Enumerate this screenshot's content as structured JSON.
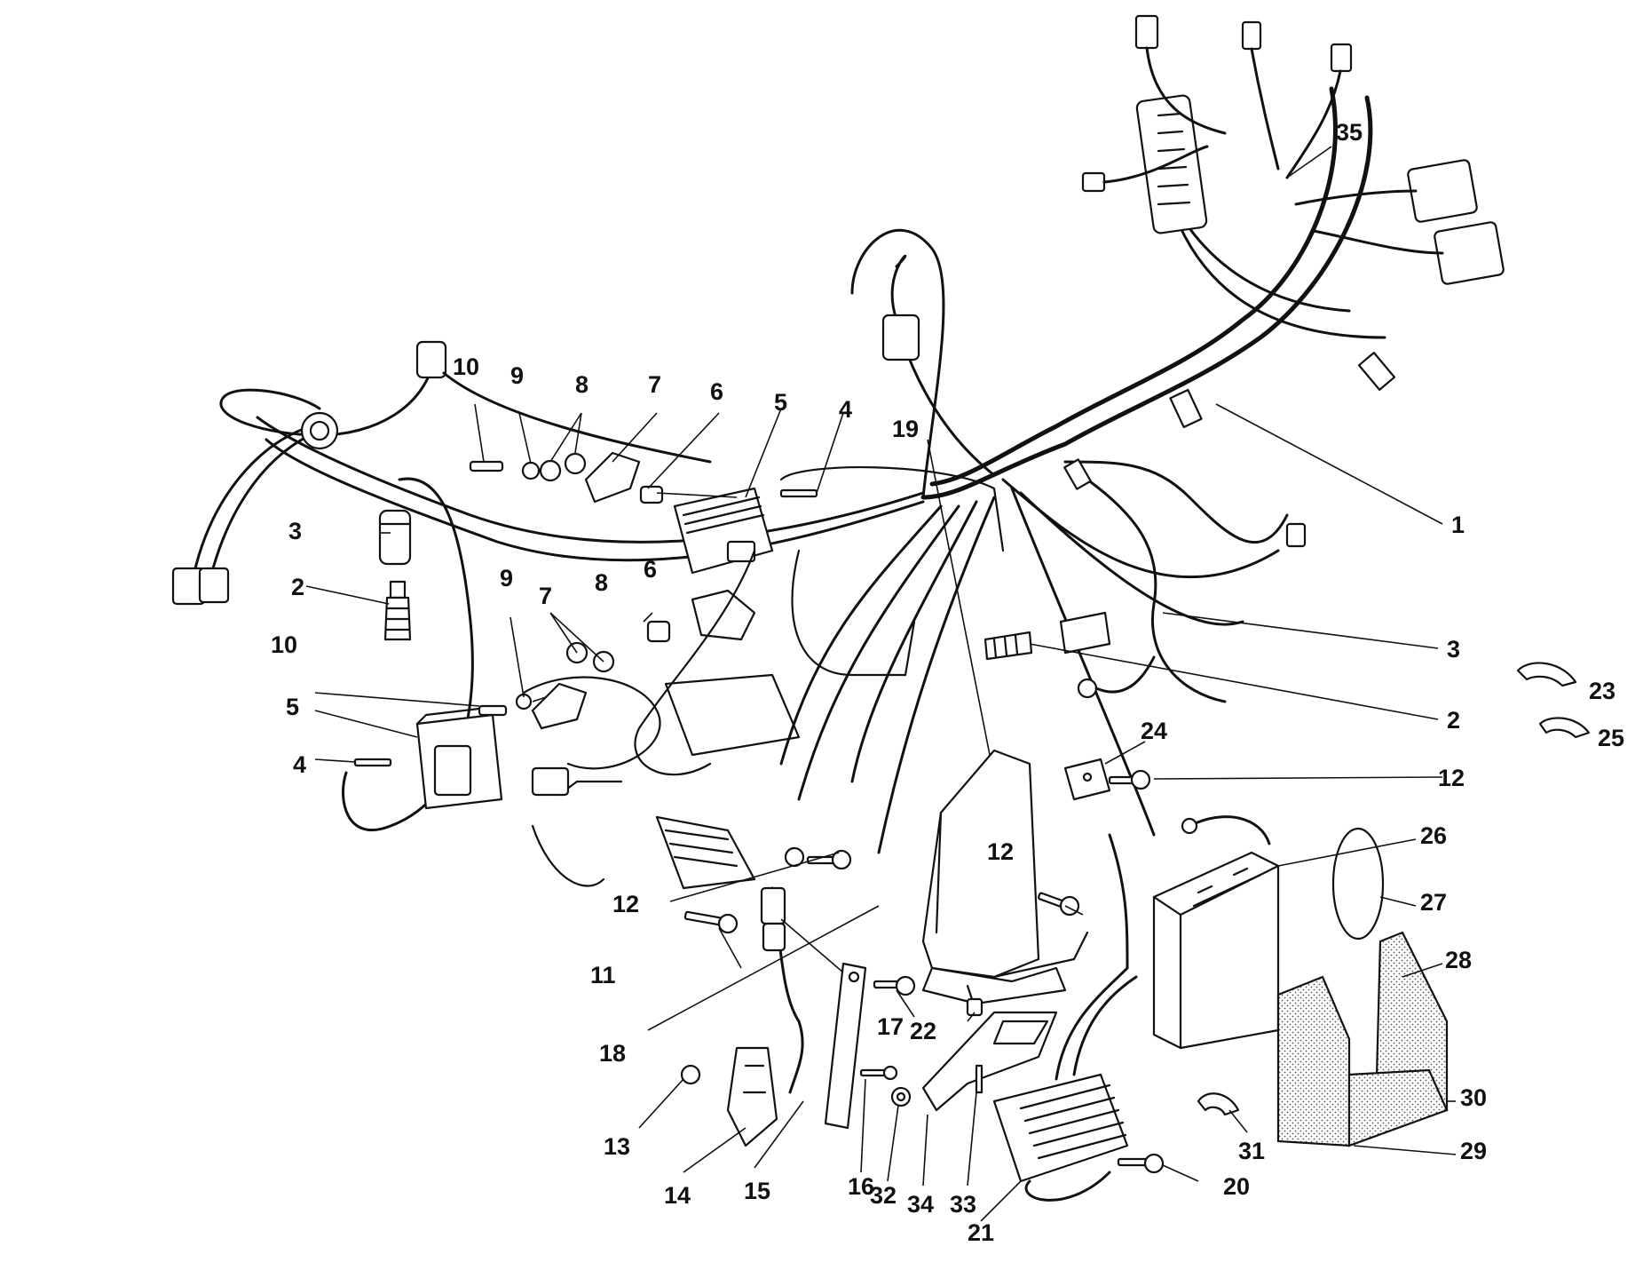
{
  "callouts": [
    {
      "id": "c1",
      "text": "1"
    },
    {
      "id": "c2a",
      "text": "2"
    },
    {
      "id": "c2b",
      "text": "2"
    },
    {
      "id": "c3a",
      "text": "3"
    },
    {
      "id": "c3b",
      "text": "3"
    },
    {
      "id": "c4a",
      "text": "4"
    },
    {
      "id": "c4b",
      "text": "4"
    },
    {
      "id": "c5a",
      "text": "5"
    },
    {
      "id": "c5b",
      "text": "5"
    },
    {
      "id": "c6a",
      "text": "6"
    },
    {
      "id": "c6b",
      "text": "6"
    },
    {
      "id": "c7a",
      "text": "7"
    },
    {
      "id": "c7b",
      "text": "7"
    },
    {
      "id": "c8a",
      "text": "8"
    },
    {
      "id": "c8b",
      "text": "8"
    },
    {
      "id": "c9a",
      "text": "9"
    },
    {
      "id": "c9b",
      "text": "9"
    },
    {
      "id": "c10a",
      "text": "10"
    },
    {
      "id": "c10b",
      "text": "10"
    },
    {
      "id": "c11",
      "text": "11"
    },
    {
      "id": "c12a",
      "text": "12"
    },
    {
      "id": "c12b",
      "text": "12"
    },
    {
      "id": "c12c",
      "text": "12"
    },
    {
      "id": "c13",
      "text": "13"
    },
    {
      "id": "c14",
      "text": "14"
    },
    {
      "id": "c15",
      "text": "15"
    },
    {
      "id": "c16",
      "text": "16"
    },
    {
      "id": "c17",
      "text": "17"
    },
    {
      "id": "c18",
      "text": "18"
    },
    {
      "id": "c19",
      "text": "19"
    },
    {
      "id": "c20",
      "text": "20"
    },
    {
      "id": "c21",
      "text": "21"
    },
    {
      "id": "c22",
      "text": "22"
    },
    {
      "id": "c23",
      "text": "23"
    },
    {
      "id": "c24",
      "text": "24"
    },
    {
      "id": "c25",
      "text": "25"
    },
    {
      "id": "c26",
      "text": "26"
    },
    {
      "id": "c27",
      "text": "27"
    },
    {
      "id": "c28",
      "text": "28"
    },
    {
      "id": "c29",
      "text": "29"
    },
    {
      "id": "c30",
      "text": "30"
    },
    {
      "id": "c31",
      "text": "31"
    },
    {
      "id": "c32",
      "text": "32"
    },
    {
      "id": "c33",
      "text": "33"
    },
    {
      "id": "c34",
      "text": "34"
    },
    {
      "id": "c35",
      "text": "35"
    }
  ]
}
